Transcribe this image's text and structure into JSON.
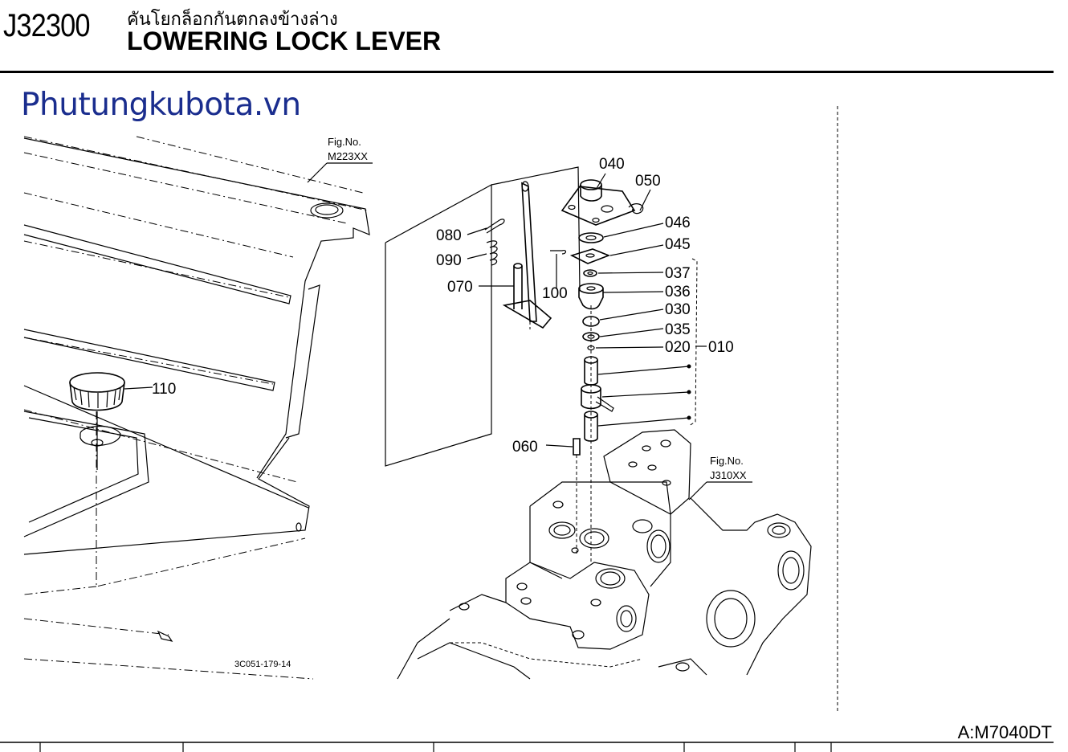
{
  "header": {
    "code": "J32300",
    "title_th": "คันโยกล็อกกันตกลงข้างล่าง",
    "title_en": "LOWERING LOCK LEVER"
  },
  "watermark": "Phutungkubota.vn",
  "model": "A:M7040DT",
  "drawing_number": "3C051-179-14",
  "fig_refs": {
    "left": {
      "label": "Fig.No.",
      "ref": "M223XX"
    },
    "right": {
      "label": "Fig.No.",
      "ref": "J310XX"
    }
  },
  "parts": {
    "p010": "010",
    "p020": "020",
    "p030": "030",
    "p035": "035",
    "p036": "036",
    "p037": "037",
    "p040": "040",
    "p045": "045",
    "p046": "046",
    "p050": "050",
    "p060": "060",
    "p070": "070",
    "p080": "080",
    "p090": "090",
    "p100": "100",
    "p110": "110"
  },
  "colors": {
    "watermark": "#1a2d8e",
    "line": "#000000",
    "background": "#ffffff"
  }
}
